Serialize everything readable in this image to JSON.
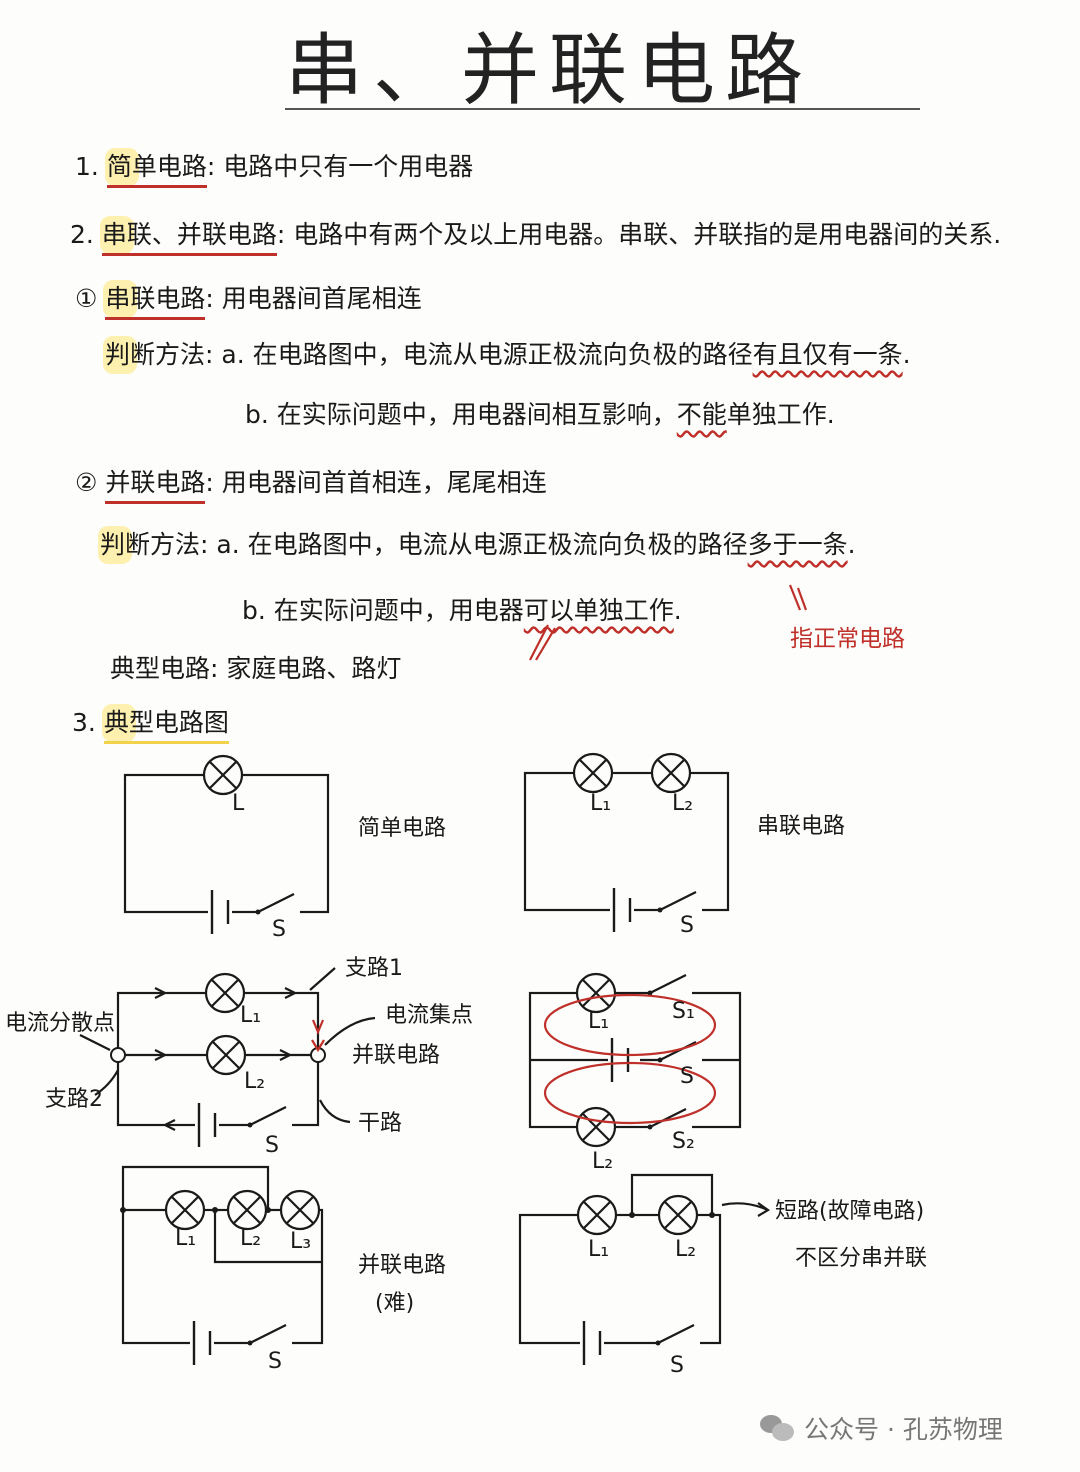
{
  "title": "串、并联电路",
  "sec1": {
    "num": "1.",
    "term": "简单电路",
    "sep": ":",
    "text": "电路中只有一个用电器"
  },
  "sec2": {
    "num": "2.",
    "term": "串联、并联电路",
    "sep": ":",
    "text": "电路中有两个及以上用电器。串联、并联指的是用电器间的关系."
  },
  "series": {
    "num": "①",
    "term": "串联电路",
    "sep": ":",
    "text": "用电器间首尾相连",
    "method": "判断方法:",
    "a_pre": "a. 在电路图中，电流从电源正极流向负极的路径",
    "a_em": "有且仅有一条",
    "a_end": ".",
    "b_pre": "b. 在实际问题中，用电器间相互影响，",
    "b_em": "不能",
    "b_end": "单独工作."
  },
  "parallel": {
    "num": "②",
    "term": "并联电路",
    "sep": ":",
    "text": "用电器间首首相连，尾尾相连",
    "method": "判断方法:",
    "a_pre": "a. 在电路图中，电流从电源正极流向负极的路径",
    "a_em": "多于一条",
    "a_end": ".",
    "b_pre": "b. 在实际问题中，用电器",
    "b_em": "可以单独工作",
    "b_end": ".",
    "note": "指正常电路",
    "typical_label": "典型电路:",
    "typical_items": "家庭电路、路灯"
  },
  "sec3": {
    "num": "3.",
    "term": "典型电路图"
  },
  "circuits": {
    "simple": {
      "label": "简单电路",
      "lamp": "L",
      "switch": "S"
    },
    "series": {
      "label": "串联电路",
      "lamp1": "L₁",
      "lamp2": "L₂",
      "switch": "S"
    },
    "parallel": {
      "label": "并联电路",
      "lamp1": "L₁",
      "lamp2": "L₂",
      "switch": "S",
      "branch1": "支路1",
      "branch2": "支路2",
      "junction_in": "电流集点",
      "junction_out": "电流分散点",
      "main": "干路"
    },
    "double": {
      "lamp1": "L₁",
      "lamp2": "L₂",
      "s1": "S₁",
      "s2": "S₂",
      "s": "S"
    },
    "hard": {
      "label": "并联电路",
      "label2": "(难)",
      "lamp1": "L₁",
      "lamp2": "L₂",
      "lamp3": "L₃",
      "switch": "S"
    },
    "short": {
      "label": "短路(故障电路)",
      "label2": "不区分串并联",
      "lamp1": "L₁",
      "lamp2": "L₂",
      "switch": "S"
    }
  },
  "watermark": {
    "icon": "wechat-icon",
    "text": "公众号 · 孔苏物理"
  },
  "colors": {
    "accent_red": "#c0302a",
    "highlight": "#ffe150"
  }
}
